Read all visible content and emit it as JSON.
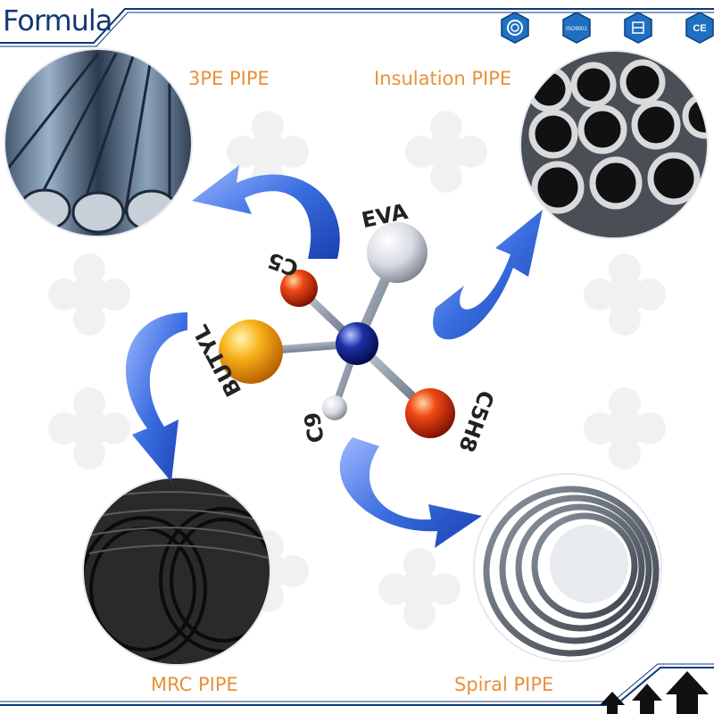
{
  "header": {
    "title": "Formula",
    "certifications": [
      {
        "icon": "ccc-certificate-icon",
        "label": ""
      },
      {
        "icon": "iso9001-certificate-icon",
        "label": "ISO9001"
      },
      {
        "icon": "certificate-badge-icon",
        "label": ""
      },
      {
        "icon": "ce-certificate-icon",
        "label": "CE"
      }
    ]
  },
  "products": {
    "top_left": {
      "label": "3PE PIPE"
    },
    "top_right": {
      "label": "Insulation PIPE"
    },
    "bottom_left": {
      "label": "MRC PIPE"
    },
    "bottom_right": {
      "label": "Spiral PIPE"
    }
  },
  "molecule": {
    "atoms": [
      "EVA",
      "C5",
      "BUTYL",
      "C9",
      "C5H8"
    ]
  },
  "colors": {
    "title": "#123a74",
    "label": "#e7913a",
    "arrow": "#3a6ee0",
    "frame": "#0e3a78"
  }
}
